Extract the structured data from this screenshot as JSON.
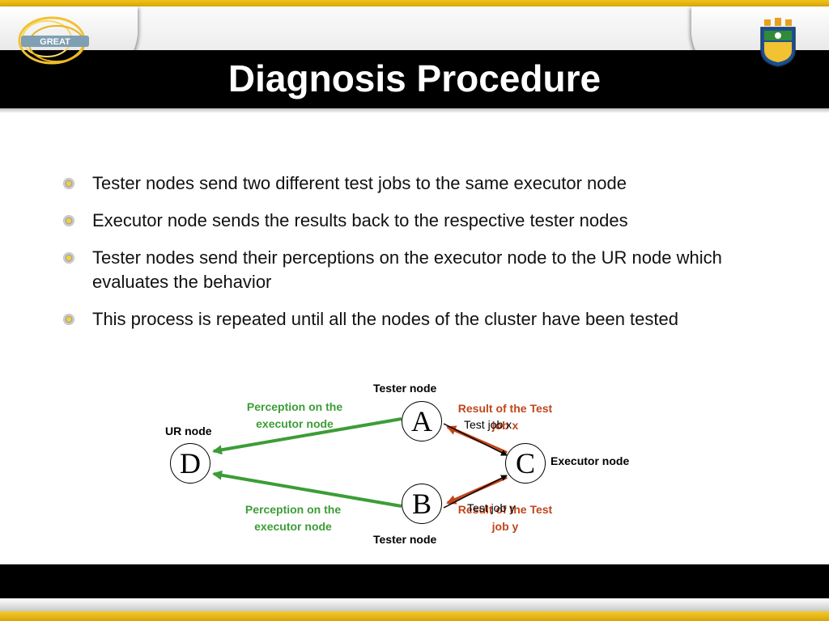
{
  "slide": {
    "title": "Diagnosis Procedure",
    "logos": {
      "left": "great-logo",
      "right": "university-crest"
    }
  },
  "bullets": [
    "Tester nodes send two different test jobs to the same executor node",
    "Executor node sends the results back to the respective tester nodes",
    "Tester nodes send their perceptions on the executor node to the UR node which evaluates the behavior",
    "This process is repeated until all the nodes of the cluster have been tested"
  ],
  "diagram": {
    "nodes": {
      "A": {
        "letter": "A",
        "caption": "Tester node"
      },
      "B": {
        "letter": "B",
        "caption": "Tester node"
      },
      "C": {
        "letter": "C",
        "caption": "Executor node"
      },
      "D": {
        "letter": "D",
        "caption": "UR node"
      }
    },
    "edges": {
      "perception_top": "Perception on the executor node",
      "perception_bottom": "Perception on the executor node",
      "result_x": "Result of the Test job x",
      "result_y": "Result of the Test job y",
      "job_x": "Test job x",
      "job_y": "Test job y"
    },
    "colors": {
      "perception": "#3c9d36",
      "result": "#c0461c",
      "job": "#000000"
    }
  }
}
